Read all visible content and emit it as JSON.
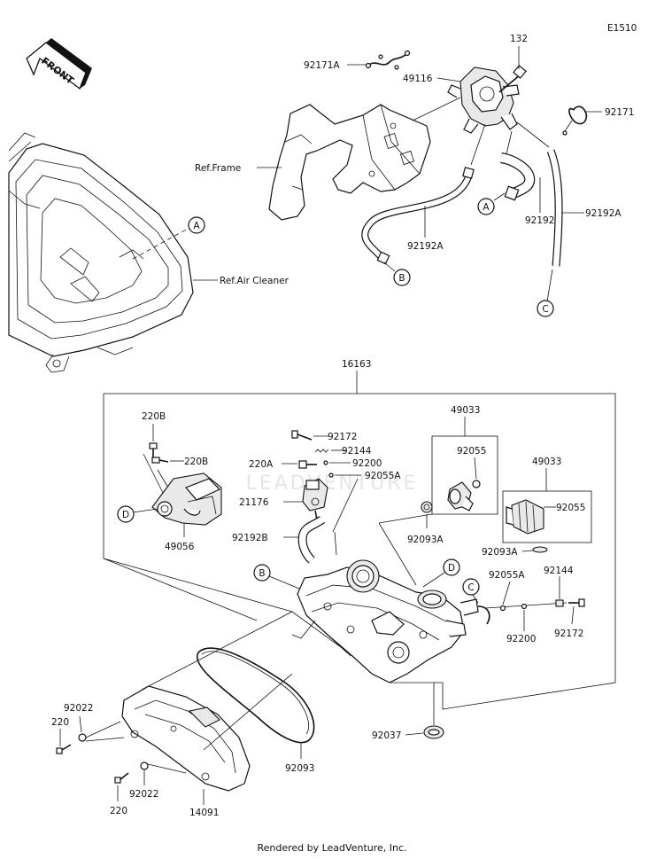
{
  "diagram_code": "E1510",
  "front_label": "FRONT",
  "footer": "Rendered by LeadVenture, Inc.",
  "watermark": "LEADVENTURE",
  "parts": {
    "p132": "132",
    "p92171A": "92171A",
    "p49116": "49116",
    "p92171": "92171",
    "ref_frame": "Ref.Frame",
    "ref_air_cleaner": "Ref.Air Cleaner",
    "p92192": "92192",
    "p92192A_mid": "92192A",
    "p92192A_right": "92192A",
    "p16163": "16163",
    "p220B_top": "220B",
    "p220B_mid": "220B",
    "p49056": "49056",
    "p92172_top": "92172",
    "p92144_top": "92144",
    "p220A": "220A",
    "p92200_top": "92200",
    "p92055A_top": "92055A",
    "p21176": "21176",
    "p92192B": "92192B",
    "p49033_a": "49033",
    "p92055_a": "92055",
    "p92093A_a": "92093A",
    "p49033_b": "49033",
    "p92055_b": "92055",
    "p92093A_b": "92093A",
    "p92055A_right": "92055A",
    "p92144_right": "92144",
    "p92200_right": "92200",
    "p92172_right": "92172",
    "p92022_top": "92022",
    "p220_left": "220",
    "p92093": "92093",
    "p92037": "92037",
    "p220_bottom": "220",
    "p92022_bottom": "92022",
    "p14091": "14091"
  },
  "callouts": {
    "A1": "A",
    "A2": "A",
    "B1": "B",
    "B2": "B",
    "C1": "C",
    "C2": "C",
    "D1": "D",
    "D2": "D"
  }
}
